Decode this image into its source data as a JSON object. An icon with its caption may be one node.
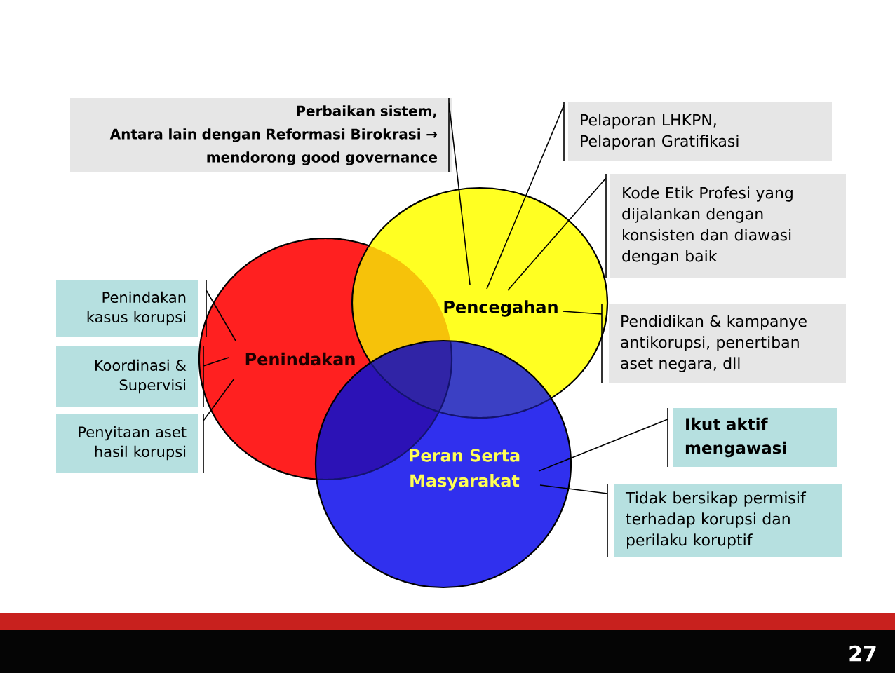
{
  "diagram": {
    "nodes": [
      {
        "text": [
          "Perbaikan sistem,",
          "Antara lain dengan Reformasi Birokrasi → mendorong good governance"
        ]
      },
      {
        "text": [
          "Pelaporan LHKPN, Pelaporan Gratifikasi"
        ]
      },
      {
        "text": [
          "Kode Etik Profesi yang dijalankan dengan konsisten dan diawasi dengan baik"
        ]
      },
      {
        "text": [
          "Pencegahan"
        ]
      },
      {
        "text": [
          "Pendidikan & kampanye antikorupsi, penertiban aset negara, dll"
        ]
      },
      {
        "text": [
          "Penindakan kasus korupsi"
        ]
      },
      {
        "text": [
          "Penindakan"
        ]
      },
      {
        "text": [
          "Koordinasi & Supervisi"
        ]
      },
      {
        "text": [
          "Penyitaan aset hasil korupsi"
        ]
      },
      {
        "text": [
          "Ikut aktif mengawasi"
        ]
      },
      {
        "text": [
          "Peran Serta Masyarakat"
        ]
      },
      {
        "text": [
          "Tidak bersikap permisif terhadap korupsi dan perilaku koruptif"
        ]
      }
    ],
    "edges": [
      {
        "from": 0,
        "to": 3,
        "arrow": "none"
      },
      {
        "from": 1,
        "to": 3,
        "arrow": "none"
      },
      {
        "from": 2,
        "to": 3,
        "arrow": "none"
      },
      {
        "from": 4,
        "to": 3,
        "arrow": "none"
      },
      {
        "from": 5,
        "to": 6,
        "arrow": "none"
      },
      {
        "from": 7,
        "to": 6,
        "arrow": "none"
      },
      {
        "from": 8,
        "to": 6,
        "arrow": "none"
      },
      {
        "from": 9,
        "to": 10,
        "arrow": "none"
      },
      {
        "from": 11,
        "to": 10,
        "arrow": "none"
      }
    ],
    "labels": [
      "27"
    ]
  }
}
